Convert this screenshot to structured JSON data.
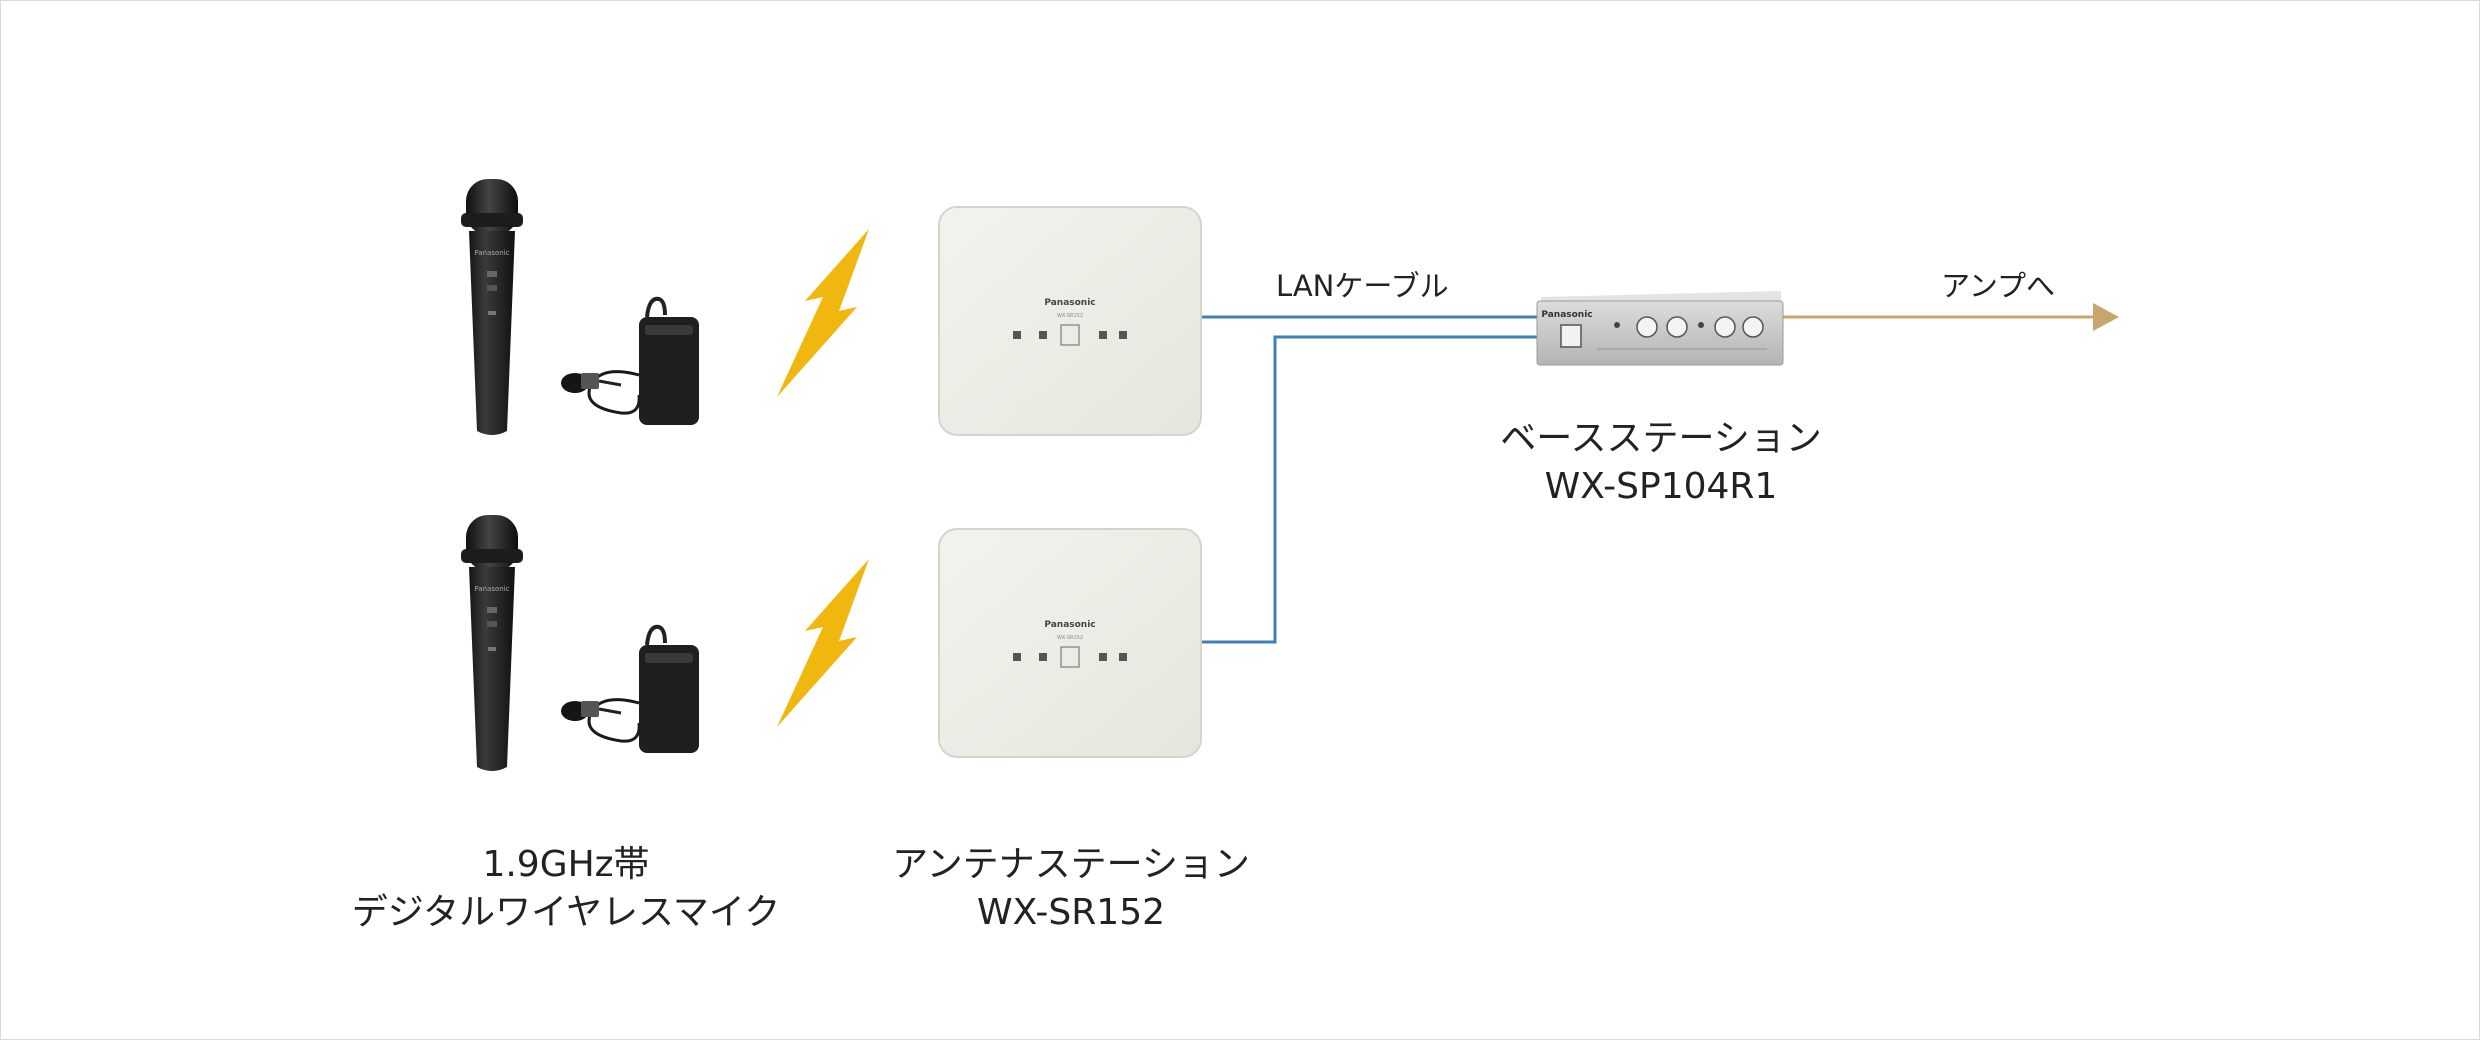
{
  "colors": {
    "lan_cable": "#3e7fb8",
    "amp_arrow": "#c8a66a",
    "wireless_bolt": "#f0b70f",
    "device_body": "#eeeee6",
    "microphone": "#222222"
  },
  "icons": {
    "handheld_mic": "handheld-microphone-icon",
    "bodypack_mic": "bodypack-transmitter-icon",
    "wireless": "lightning-bolt-icon",
    "antenna_station": "antenna-station-icon",
    "base_station": "base-station-icon",
    "amp_arrow": "arrow-right-icon"
  },
  "devices": {
    "antenna_brand": "Panasonic",
    "base_brand": "Panasonic"
  },
  "labels": {
    "mic_line1": "1.9GHz帯",
    "mic_line2": "デジタルワイヤレスマイク",
    "antenna_line1": "アンテナステーション",
    "antenna_line2": "WX-SR152",
    "base_line1": "ベースステーション",
    "base_line2": "WX-SP104R1",
    "lan_cable": "LANケーブル",
    "to_amp": "アンプへ"
  }
}
